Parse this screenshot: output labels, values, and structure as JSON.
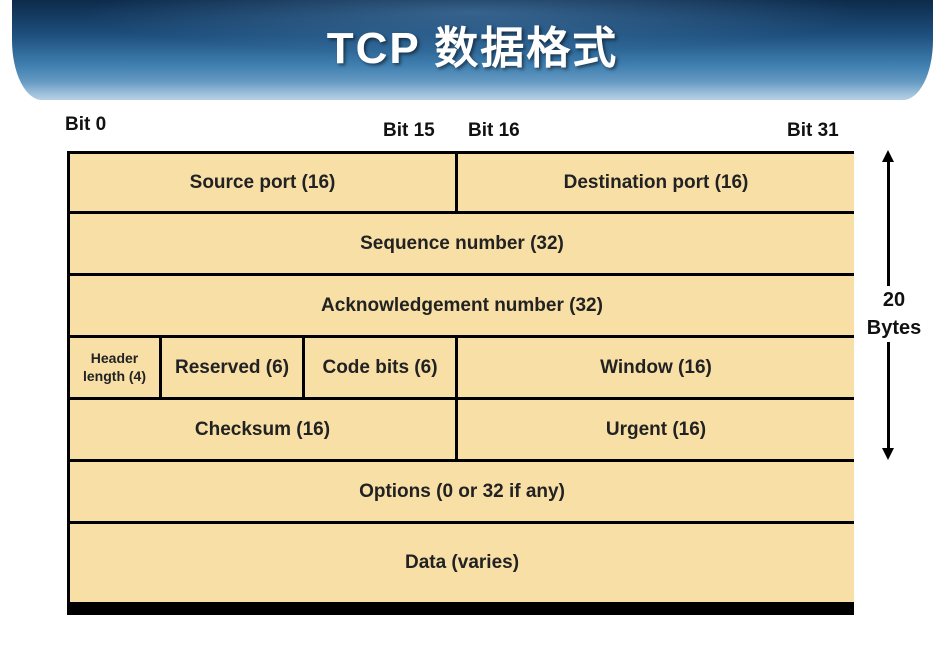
{
  "title": "TCP 数据格式",
  "bit_labels": {
    "bit0": "Bit 0",
    "bit15": "Bit 15",
    "bit16": "Bit 16",
    "bit31": "Bit 31"
  },
  "fields": {
    "source_port": "Source port (16)",
    "destination_port": "Destination port (16)",
    "sequence_number": "Sequence number (32)",
    "acknowledgement_number": "Acknowledgement number (32)",
    "header_length_line1": "Header",
    "header_length_line2": "length (4)",
    "reserved": "Reserved (6)",
    "code_bits": "Code bits (6)",
    "window": "Window (16)",
    "checksum": "Checksum (16)",
    "urgent": "Urgent (16)",
    "options": "Options (0 or 32 if any)",
    "data": "Data (varies)"
  },
  "size_annotation": {
    "value": "20",
    "unit": "Bytes"
  },
  "colors": {
    "field_fill": "#f7dfa6",
    "banner_dark": "#0d2a4a",
    "banner_light": "#8fb7d6"
  }
}
